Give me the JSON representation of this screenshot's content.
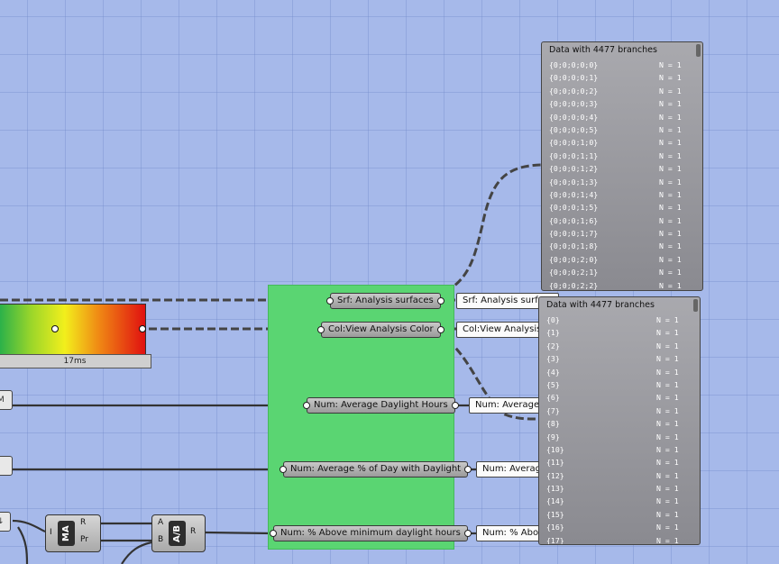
{
  "canvas": {
    "background": "#a6b9ea",
    "group_color": "#5ad572"
  },
  "gradient_component": {
    "timing": "17ms"
  },
  "left_stubs": [
    {
      "label": "M"
    },
    {
      "label": ""
    },
    {
      "label": "↓"
    }
  ],
  "components": {
    "mass_addition": {
      "core": "MA",
      "inputs": [
        "I"
      ],
      "outputs": [
        "R",
        "Pr"
      ]
    },
    "division": {
      "core": "A/B",
      "inputs": [
        "A",
        "B"
      ],
      "outputs": [
        "R"
      ]
    }
  },
  "relays": [
    {
      "label": "Srf: Analysis surfaces"
    },
    {
      "label": "Col:View Analysis Color"
    },
    {
      "label": "Num: Average Daylight Hours"
    },
    {
      "label": "Num: Average % of Day with Daylight"
    },
    {
      "label": "Num: % Above minimum daylight hours"
    }
  ],
  "input_labels": [
    {
      "label": "Srf: Analysis surfaces"
    },
    {
      "label": "Col:View Analysis Color"
    },
    {
      "label": "Num: Average Daylight Hours"
    },
    {
      "label": "Num: Average % of Day with Daylight"
    },
    {
      "label": "Num: % Above minimum daylight hours"
    }
  ],
  "panels": [
    {
      "title": "Data with 4477 branches",
      "rows": [
        {
          "path": "{0;0;0;0;0}",
          "count": "N = 1"
        },
        {
          "path": "{0;0;0;0;1}",
          "count": "N = 1"
        },
        {
          "path": "{0;0;0;0;2}",
          "count": "N = 1"
        },
        {
          "path": "{0;0;0;0;3}",
          "count": "N = 1"
        },
        {
          "path": "{0;0;0;0;4}",
          "count": "N = 1"
        },
        {
          "path": "{0;0;0;0;5}",
          "count": "N = 1"
        },
        {
          "path": "{0;0;0;1;0}",
          "count": "N = 1"
        },
        {
          "path": "{0;0;0;1;1}",
          "count": "N = 1"
        },
        {
          "path": "{0;0;0;1;2}",
          "count": "N = 1"
        },
        {
          "path": "{0;0;0;1;3}",
          "count": "N = 1"
        },
        {
          "path": "{0;0;0;1;4}",
          "count": "N = 1"
        },
        {
          "path": "{0;0;0;1;5}",
          "count": "N = 1"
        },
        {
          "path": "{0;0;0;1;6}",
          "count": "N = 1"
        },
        {
          "path": "{0;0;0;1;7}",
          "count": "N = 1"
        },
        {
          "path": "{0;0;0;1;8}",
          "count": "N = 1"
        },
        {
          "path": "{0;0;0;2;0}",
          "count": "N = 1"
        },
        {
          "path": "{0;0;0;2;1}",
          "count": "N = 1"
        },
        {
          "path": "{0;0;0;2;2}",
          "count": "N = 1"
        }
      ]
    },
    {
      "title": "Data with 4477 branches",
      "rows": [
        {
          "path": "{0}",
          "count": "N = 1"
        },
        {
          "path": "{1}",
          "count": "N = 1"
        },
        {
          "path": "{2}",
          "count": "N = 1"
        },
        {
          "path": "{3}",
          "count": "N = 1"
        },
        {
          "path": "{4}",
          "count": "N = 1"
        },
        {
          "path": "{5}",
          "count": "N = 1"
        },
        {
          "path": "{6}",
          "count": "N = 1"
        },
        {
          "path": "{7}",
          "count": "N = 1"
        },
        {
          "path": "{8}",
          "count": "N = 1"
        },
        {
          "path": "{9}",
          "count": "N = 1"
        },
        {
          "path": "{10}",
          "count": "N = 1"
        },
        {
          "path": "{11}",
          "count": "N = 1"
        },
        {
          "path": "{12}",
          "count": "N = 1"
        },
        {
          "path": "{13}",
          "count": "N = 1"
        },
        {
          "path": "{14}",
          "count": "N = 1"
        },
        {
          "path": "{15}",
          "count": "N = 1"
        },
        {
          "path": "{16}",
          "count": "N = 1"
        },
        {
          "path": "{17}",
          "count": "N = 1"
        }
      ]
    }
  ]
}
